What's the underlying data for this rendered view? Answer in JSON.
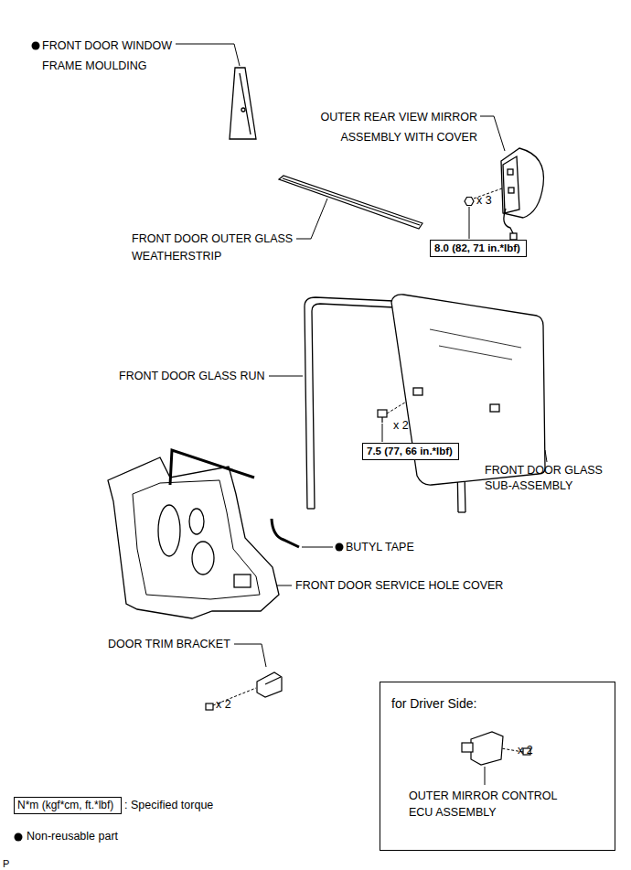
{
  "diagram": {
    "nodes": [
      {
        "text": [
          "8.0 (82, 71 in.*lbf)"
        ]
      },
      {
        "text": [
          "7.5 (77, 66 in.*lbf)"
        ]
      },
      {
        "text": [
          "for Driver Side:",
          "x 2",
          "OUTER MIRROR CONTROL ECU ASSEMBLY"
        ]
      },
      {
        "text": [
          "N*m (kgf*cm, ft.*lbf)"
        ]
      }
    ],
    "labels": [
      "FRONT DOOR WINDOW FRAME MOULDING",
      "OUTER REAR VIEW MIRROR ASSEMBLY WITH COVER",
      "x 3",
      "FRONT DOOR OUTER GLASS WEATHERSTRIP",
      "FRONT DOOR GLASS RUN",
      "x 2",
      "FRONT DOOR GLASS SUB-ASSEMBLY",
      "BUTYL TAPE",
      "FRONT DOOR SERVICE HOLE COVER",
      "DOOR TRIM BRACKET",
      "x 2",
      "P"
    ],
    "legend": [
      {
        "text": ": Specified torque"
      },
      {
        "text": "Non-reusable part"
      }
    ]
  }
}
